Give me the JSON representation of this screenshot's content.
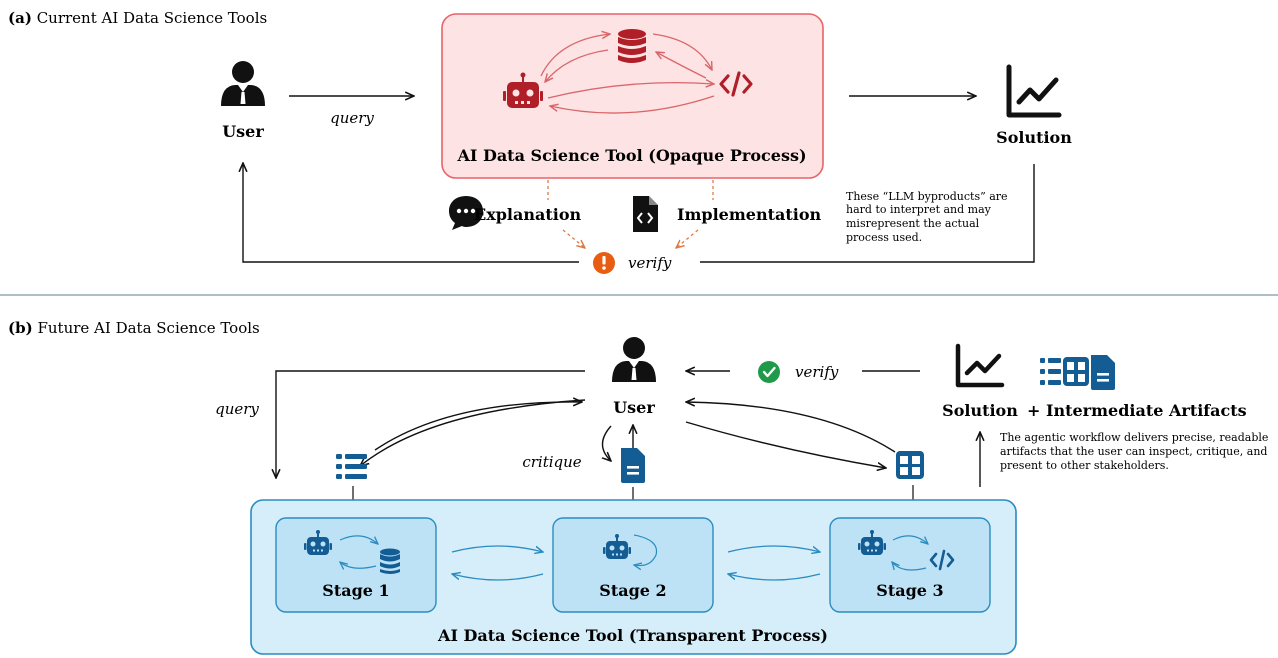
{
  "panel_a": {
    "caption_prefix": "(a)",
    "caption": "Current AI Data Science Tools",
    "user_label": "User",
    "query_label": "query",
    "tool_label": "AI Data Science Tool (Opaque Process)",
    "solution_label": "Solution",
    "explanation_label": "Explanation",
    "implementation_label": "Implementation",
    "verify_label": "verify",
    "note_lines": [
      "These “LLM byproducts” are",
      "hard to interpret and may",
      "misrepresent the actual",
      "process used."
    ]
  },
  "panel_b": {
    "caption_prefix": "(b)",
    "caption": "Future AI Data Science Tools",
    "user_label": "User",
    "query_label": "query",
    "verify_label": "verify",
    "critique_label": "critique",
    "solution_label": "Solution",
    "artifacts_label": "+  Intermediate Artifacts",
    "stage1_label": "Stage 1",
    "stage2_label": "Stage 2",
    "stage3_label": "Stage 3",
    "tool_label": "AI Data Science Tool (Transparent Process)",
    "note_lines": [
      "The agentic workflow delivers precise, readable",
      "artifacts that the user can inspect, critique, and",
      "present to other stakeholders."
    ]
  },
  "colors": {
    "opaque_fill": "#fde3e3",
    "opaque_stroke": "#e8636a",
    "opaque_icon": "#b01e28",
    "transparent_fill": "#d6eef9",
    "transparent_stroke": "#2a8cc0",
    "stage_fill": "#bde2f6",
    "blue_icon": "#135d94",
    "warn_orange": "#e85d12",
    "ok_green": "#1f9a4a",
    "divider": "#7c98ac"
  }
}
